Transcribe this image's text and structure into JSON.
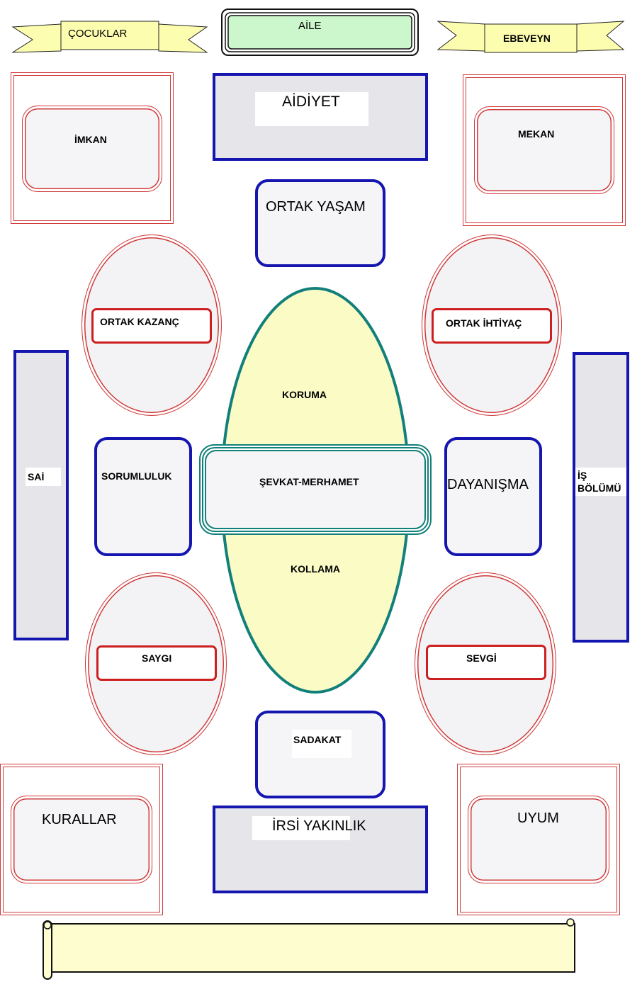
{
  "header": {
    "left_banner": "ÇOCUKLAR",
    "center_title": "AİLE",
    "right_banner": "EBEVEYN"
  },
  "corners": {
    "top_left": "İMKAN",
    "top_right": "MEKAN",
    "bottom_left": "KURALLAR",
    "bottom_right": "UYUM"
  },
  "top_box": "AİDİYET",
  "bottom_box": "İRSİ YAKINLIK",
  "upper_round": "ORTAK YAŞAM",
  "lower_round": "SADAKAT",
  "ovals": {
    "upper_left": "ORTAK KAZANÇ",
    "upper_right": "ORTAK İHTİYAÇ",
    "lower_left": "SAYGI",
    "lower_right": "SEVGİ"
  },
  "side_bars": {
    "left": "SAİ",
    "right_line1": "İŞ",
    "right_line2": "BÖLÜMÜ"
  },
  "middle_left": "SORUMLULUK",
  "middle_right": "DAYANIŞMA",
  "center_ellipse": {
    "top": "KORUMA",
    "center": "ŞEVKAT-MERHAMET",
    "bottom": "KOLLAMA"
  },
  "scroll_text": "",
  "colors": {
    "blue": "#1515b0",
    "red": "#d03a3a",
    "teal": "#12807a",
    "ellipse_fill": "#fbfbc6",
    "aile_fill": "#ccf7cc",
    "banner_fill": "#fdfdb0"
  }
}
